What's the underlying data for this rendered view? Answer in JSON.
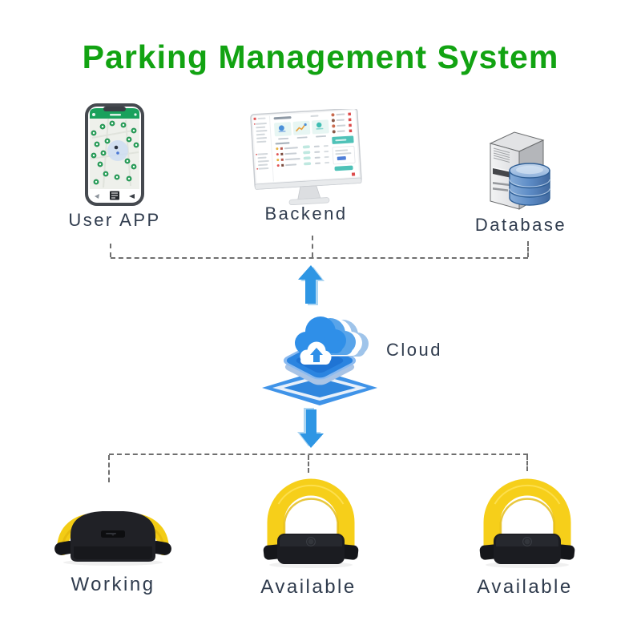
{
  "title": "Parking Management System",
  "colors": {
    "title_green": "#12a312",
    "label_text": "#2f3b4d",
    "arrow_blue": "#2e96e4",
    "arrow_highlight": "#aed6f2",
    "dashed_line": "#6f6f6f",
    "lock_yellow": "#f6cf1a",
    "lock_black": "#1b1c21",
    "cloud_blue": "#2f8fe8",
    "app_green": "#1aa15c",
    "database_blue": "#6d9bd1"
  },
  "nodes": {
    "user_app": {
      "label": "User APP",
      "icon": "smartphone-map-icon"
    },
    "backend": {
      "label": "Backend",
      "icon": "desktop-dashboard-icon"
    },
    "database": {
      "label": "Database",
      "icon": "server-database-icon"
    },
    "cloud": {
      "label": "Cloud",
      "icon": "cloud-upload-icon"
    },
    "lock_working": {
      "label": "Working",
      "icon": "parking-lock-down-icon",
      "state": "down"
    },
    "lock_available_1": {
      "label": "Available",
      "icon": "parking-lock-up-icon",
      "state": "up"
    },
    "lock_available_2": {
      "label": "Available",
      "icon": "parking-lock-up-icon",
      "state": "up"
    }
  },
  "arrows": {
    "cloud_up": "up",
    "cloud_down": "down"
  }
}
